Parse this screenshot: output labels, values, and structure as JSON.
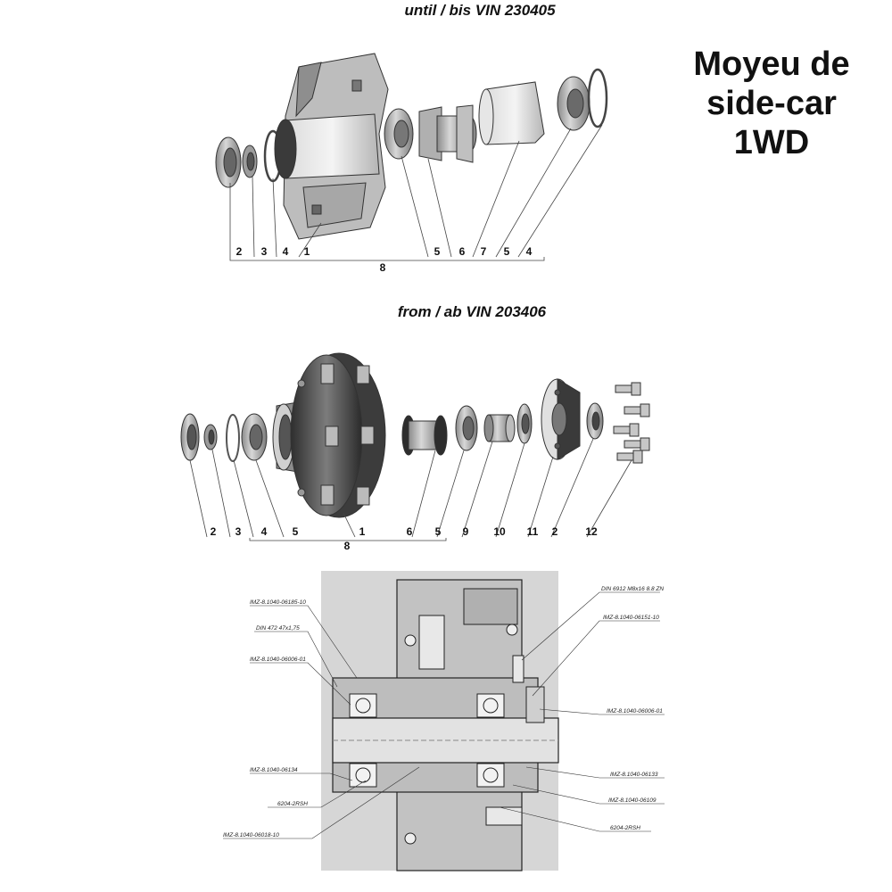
{
  "headings": {
    "top": "until / bis VIN 230405",
    "middle": "from / ab VIN 203406"
  },
  "title": [
    "Moyeu de",
    "side-car",
    "1WD"
  ],
  "top_diagram": {
    "callouts": [
      "2",
      "3",
      "4",
      "1",
      "5",
      "6",
      "7",
      "5",
      "4"
    ],
    "bracket_label": "8"
  },
  "middle_diagram": {
    "callouts": [
      "2",
      "3",
      "4",
      "5",
      "1",
      "6",
      "5",
      "9",
      "10",
      "11",
      "2",
      "12"
    ],
    "bracket_label": "8"
  },
  "section_drawing": {
    "left_labels": [
      "IМZ-8.1040-06185-10",
      "DIN 472 47х1,75",
      "IМZ-8.1040-06006-01",
      "IМZ-8.1040-06134",
      "6204-2RSH",
      "IМZ-8.1040-06018-10"
    ],
    "right_labels": [
      "DIN 6912 М8х16 8.8 ZN",
      "IМZ-8.1040-06151-10",
      "IМZ-8.1040-06006-01",
      "IМZ-8.1040-06133",
      "IМZ-8.1040-06109",
      "6204-2RSH"
    ]
  },
  "colors": {
    "metal_light": "#c9c9c9",
    "metal_dark": "#4a4a4a",
    "section_bg": "#d6d6d6"
  }
}
